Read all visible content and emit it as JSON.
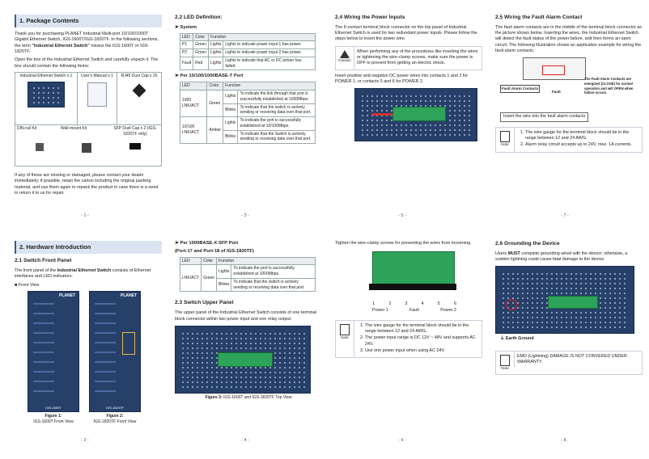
{
  "p1": {
    "section": "1. Package Contents",
    "intro_a": "Thank you for purchasing PLANET Industrial Multi-port 10/100/1000T Gigabit Ethernet Switch, IGS-1600T/IGS-1820TF. In the following sections, the term ",
    "intro_b": "\"Industrial Ethernet Switch\"",
    "intro_c": " means the IGS-1600T or IGS-1820TF.",
    "intro2": "Open the box of the Industrial Ethernet Switch and carefully unpack it. The box should contain the following items:",
    "items": [
      "Industrial Ethernet Switch x 1",
      "User's Manual x 1",
      "RJ45 Dust Cap x 16"
    ],
    "item4": "DIN-rail Kit",
    "item5": "Wall-mount Kit",
    "item6": "SFP Dust Cap x 2 (IGS-1820TF only)",
    "footer": "If any of these are missing or damaged, please contact your dealer immediately; if possible, retain the carton including the original packing material, and use them again to repack the product in case there is a need to return it to us for repair.",
    "page": "- 1 -"
  },
  "p3": {
    "heading": "2.2    LED Definition:",
    "system": "➤ System",
    "col_led": "LED",
    "col_color": "Color",
    "col_function": "Function",
    "sys_rows": [
      [
        "P1",
        "Green",
        "Lights",
        "Lights to indicate power input 1 has power."
      ],
      [
        "P2",
        "Green",
        "Lights",
        "Lights to indicate power input 2 has power."
      ],
      [
        "Fault",
        "Red",
        "Lights",
        "Lights to indicate that AC or DC power has failed."
      ]
    ],
    "port_heading": "➤ Per 10/100/1000BASE-T Port",
    "lnk1000": "1000 LNK/ACT",
    "lnk100": "10/100 LNK/ACT",
    "green": "Green",
    "amber": "Amber",
    "lights": "Lights",
    "blinks": "Blinks",
    "r1": "To indicate the link through that port is successfully established at 1000Mbps.",
    "r2": "To indicate that the switch is actively sending or receiving data over that port.",
    "r3": "To indicate the port is successfully established at 10/100Mbps.",
    "r4": "To indicate that the Switch is actively sending or receiving data over that port.",
    "page": "- 3 -"
  },
  "p5": {
    "heading": "2.4    Wiring the Power Inputs",
    "p1": "The 6-contact terminal block connector on the top panel of Industrial Ethernet Switch is used for two redundant power inputs. Please follow the steps below to insert the power wire.",
    "caution_label": "Caution",
    "caution": "When performing any of the procedures like inserting the wires or tightening the wire-clamp screws, make sure the power is OFF to prevent from getting an electric shock.",
    "p2": "Insert positive and negative DC power wires into contacts 1 and 2 for POWER 1, or contacts 5 and 6 for POWER 2.",
    "page": "- 5 -"
  },
  "p7": {
    "heading": "2.5    Wiring the Fault Alarm Contact",
    "p1": "The fault alarm contacts are in the middle of the terminal block connector as the picture shows below. Inserting the wires, the Industrial Ethernet Switch will detect the fault status of the power failure, and then forms an open circuit. The following illustration shows an application example for wiring the fault alarm contacts.",
    "lbl_contacts": "Fault Alarm Contacts",
    "lbl_fault": "Fault",
    "lbl_note": "The Fault Alarm Contacts are energized (CLOSE) for normal operation and will OPEN when failure occurs",
    "insert_cap": "Insert the wire into the fault alarm contacts",
    "note_label": "Note",
    "notes": [
      "The wire gauge for the terminal block should be in the range between 12 and 24 AWG.",
      "Alarm relay circuit accepts up to 24V, max. 1A currents."
    ],
    "page": "- 7 -"
  },
  "p2": {
    "section": "2. Hardware Introduction",
    "heading": "2.1    Switch Front Panel",
    "p1a": "The front panel of the ",
    "p1b": "Industrial Ethernet Switch",
    "p1c": " consists of Ethernet interfaces and LED indicators.",
    "front_view": "■ Front View",
    "fig1": "Figure 1:",
    "fig1b": "IGS-1600T Front View",
    "fig2": "Figure 2:",
    "fig2b": "IGS-1820TF Front View",
    "brand": "PLANET",
    "model1": "IGS-1600T",
    "model2": "IGS-1820TF",
    "page": "- 2 -"
  },
  "p4": {
    "sfp_heading": "➤ Per 1000BASE-X SFP Port",
    "sfp_sub": "(Port-17 and Port-18 of IGS-1820TF)",
    "lnk": "LNK/ACT",
    "green": "Green",
    "lights": "Lights",
    "blinks": "Blinks",
    "s1": "To indicate the port is successfully established at 1000Mbps.",
    "s2": "To indicate that the switch is actively sending or receiving data over that port.",
    "heading": "2.3    Switch Upper Panel",
    "p1": "The upper panel of the Industrial Ethernet Switch consists of one terminal block connector within two power input and one relay output.",
    "fig3a": "Figure 3:",
    "fig3b": " IGS-1600T and IGS-1820TF Top View",
    "page": "- 4 -"
  },
  "p6": {
    "p1": "Tighten the wire-clamp screws for preventing the wires from loosening.",
    "nums": [
      "1",
      "2",
      "3",
      "4",
      "5",
      "6"
    ],
    "lbl_p1": "Power 1",
    "lbl_fault": "Fault",
    "lbl_p2": "Power 2",
    "note_label": "Note",
    "notes": [
      "The wire gauge for the terminal block should be in the range between 12 and 24 AWG.",
      "The power input range is DC 12V ~ 48V and supports AC 24V.",
      "Use one power input when using AC 24V."
    ],
    "page": "- 6 -"
  },
  "p8": {
    "heading": "2.6    Grounding the Device",
    "p1a": "Users ",
    "p1b": "MUST",
    "p1c": " complete grounding wired with the device; otherwise, a sudden lightning could cause fatal damage to the device.",
    "earth": "⏚ Earth Ground",
    "note_label": "Note",
    "note": "EMD (Lightning) DAMAGE IS NOT CONVERED UNDER WARRANTY.",
    "page": "- 8 -"
  }
}
